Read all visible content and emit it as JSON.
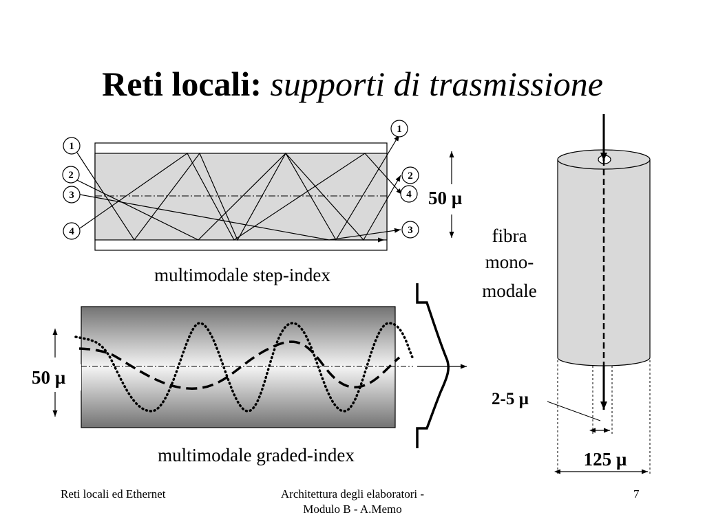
{
  "slide": {
    "title_main": "Reti locali:",
    "title_sub": "supporti di trasmissione"
  },
  "step_index": {
    "ray_labels": [
      "1",
      "2",
      "3",
      "4",
      "1",
      "2",
      "4",
      "3"
    ],
    "dimension": "50 µ",
    "caption": "multimodale step-index"
  },
  "graded_index": {
    "dimension": "50 µ",
    "caption": "multimodale graded-index"
  },
  "single_mode": {
    "label_lines": [
      "fibra",
      "mono-",
      "modale"
    ],
    "core_dimension": "2-5 µ",
    "cladding_dimension": "125 µ"
  },
  "footer": {
    "left": "Reti locali ed Ethernet",
    "center_lines": [
      "Architettura degli elaboratori -",
      "Modulo B - A.Memo"
    ],
    "right": "7"
  },
  "colors": {
    "core_fill": "#d9d9d9",
    "cladding_fill": "#ffffff",
    "graded_dark": "#737373",
    "graded_light": "#f4f4f4",
    "line": "#000000"
  }
}
